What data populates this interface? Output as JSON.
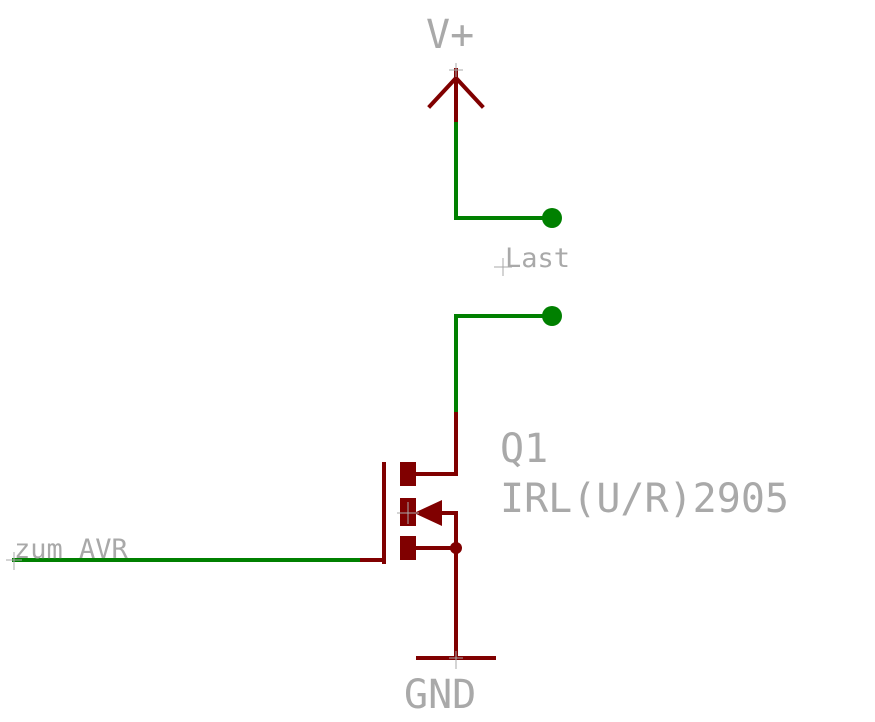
{
  "diagram": {
    "supply_label": "V+",
    "load_label": "Last",
    "ground_label": "GND",
    "transistor_name": "Q1",
    "transistor_value": "IRL(U/R)2905",
    "input_label": "zum AVR",
    "colors": {
      "wire": "#008000",
      "part": "#800000",
      "label": "#a9a9a9",
      "background": "#ffffff"
    }
  }
}
